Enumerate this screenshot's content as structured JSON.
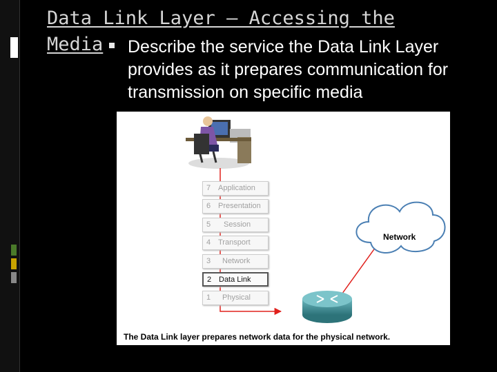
{
  "slide": {
    "title": "Data Link Layer – Accessing the Media",
    "bullet": "Describe the service the Data Link Layer provides as it prepares communication for transmission on specific media"
  },
  "figure": {
    "caption": "The Data Link layer prepares network data for the physical network.",
    "network_label": "Network",
    "layers": [
      {
        "num": "7",
        "name": "Application",
        "active": false
      },
      {
        "num": "6",
        "name": "Presentation",
        "active": false
      },
      {
        "num": "5",
        "name": "Session",
        "active": false
      },
      {
        "num": "4",
        "name": "Transport",
        "active": false
      },
      {
        "num": "3",
        "name": "Network",
        "active": false
      },
      {
        "num": "2",
        "name": "Data Link",
        "active": true
      },
      {
        "num": "1",
        "name": "Physical",
        "active": false
      }
    ],
    "colors": {
      "arrow": "#e0201c",
      "cloud_stroke": "#4a7fb3",
      "router": "#3c8f96"
    }
  }
}
